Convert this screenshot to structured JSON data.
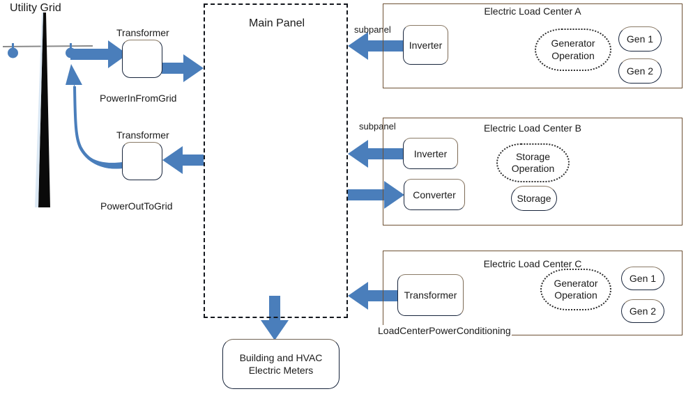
{
  "diagram": {
    "title_utility_grid": "Utility Grid",
    "main_panel_label": "Main Panel",
    "left_chain": {
      "transformer_in_label": "Transformer",
      "power_in_label": "PowerInFromGrid",
      "transformer_out_label": "Transformer",
      "power_out_label": "PowerOutToGrid"
    },
    "subpanel_label_a": "subpanel",
    "subpanel_label_b": "subpanel",
    "load_center_power_conditioning_label": "LoadCenterPowerConditioning",
    "meters": {
      "line1": "Building and HVAC",
      "line2": "Electric Meters"
    },
    "load_centers": [
      {
        "title": "Electric Load Center A",
        "devices": [
          "Inverter"
        ],
        "operation": {
          "line1": "Generator",
          "line2": "Operation"
        },
        "units": [
          "Gen 1",
          "Gen 2"
        ]
      },
      {
        "title": "Electric Load Center B",
        "devices": [
          "Inverter",
          "Converter"
        ],
        "operation": {
          "line1": "Storage",
          "line2": "Operation"
        },
        "units": [
          "Storage"
        ]
      },
      {
        "title": "Electric Load Center C",
        "devices": [
          "Transformer"
        ],
        "operation": {
          "line1": "Generator",
          "line2": "Operation"
        },
        "units": [
          "Gen 1",
          "Gen 2"
        ]
      }
    ],
    "colors": {
      "arrow_blue": "#4a7ebb",
      "loadcenter_border": "#6d5033",
      "box_border": "#16233a",
      "pole_black": "#0a0a0a",
      "crossbar_gray": "#8a8a8a"
    }
  }
}
